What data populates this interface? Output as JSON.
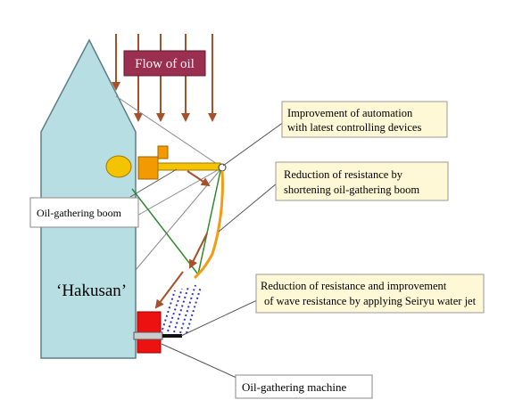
{
  "flow_label": "Flow of oil",
  "ship_name": "‘Hakusan’",
  "callouts": {
    "automation": [
      "Improvement of automation",
      "with latest controlling devices"
    ],
    "boom_resistance": [
      "Reduction of resistance by",
      "shortening oil-gathering boom"
    ],
    "water_jet": [
      "Reduction of resistance and improvement",
      "of wave resistance by applying Seiryu water jet"
    ],
    "boom": "Oil-gathering boom",
    "machine": "Oil-gathering machine"
  },
  "colors": {
    "ship_fill": "#b7dfe3",
    "flow_box": "#9b2f4f",
    "flow_arrows": "#a5522a",
    "boom": "#f4c400",
    "boom_connector": "#f39a00",
    "skirt": "#f39c12",
    "green_line": "#2e8b2e",
    "machine_red": "#ee1111",
    "water_jet": "#3333cc",
    "callout_yellow": "#fff8d6"
  }
}
